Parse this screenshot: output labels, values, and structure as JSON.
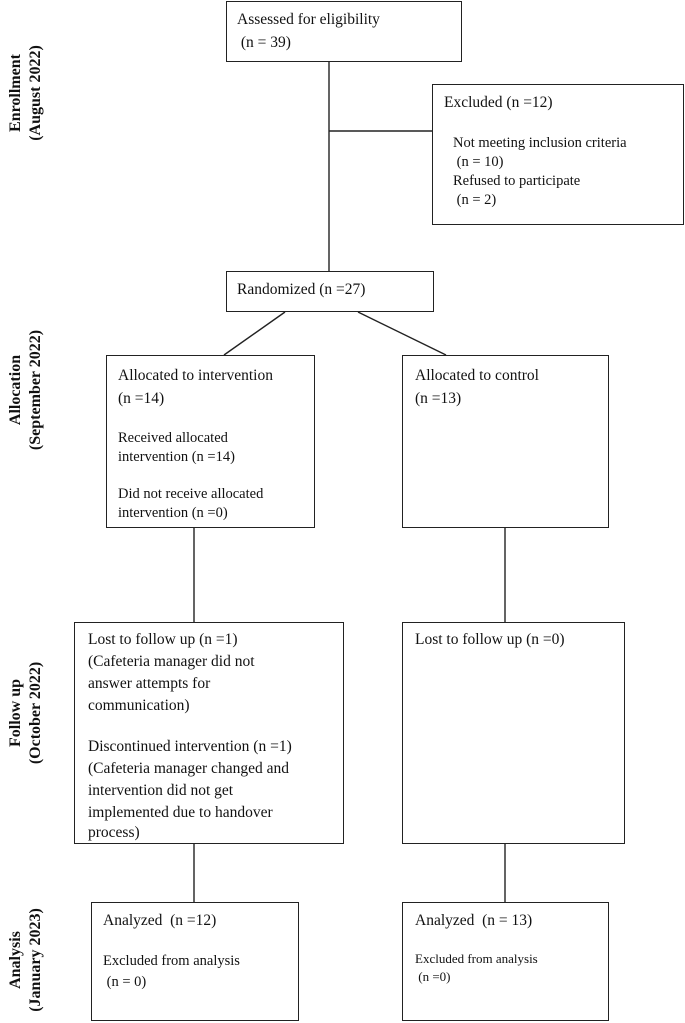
{
  "phases": {
    "enrollment": [
      "Enrollment",
      "(August 2022)"
    ],
    "allocation": [
      "Allocation",
      "(September 2022)"
    ],
    "followup": [
      "Follow up",
      "(October 2022)"
    ],
    "analysis": [
      "Analysis",
      "(January 2023)"
    ]
  },
  "assessed": [
    "Assessed for eligibility",
    " (n = 39)"
  ],
  "excluded": {
    "title": "Excluded (n =12)",
    "lines": [
      "Not meeting inclusion criteria",
      " (n = 10)",
      "Refused to participate",
      " (n = 2)"
    ]
  },
  "randomized": "Randomized (n =27)",
  "alloc_intervention": {
    "lines": [
      "Allocated to intervention",
      "(n =14)"
    ],
    "sub1": [
      "Received allocated",
      "intervention (n =14)"
    ],
    "sub2": [
      "Did not receive allocated",
      "intervention (n =0)"
    ]
  },
  "alloc_control": [
    "Allocated to control",
    "(n =13)"
  ],
  "follow_intervention": {
    "lost": [
      "Lost to follow up (n =1)",
      "(Cafeteria manager did not",
      "answer attempts for",
      "communication)"
    ],
    "discontinued": [
      "Discontinued intervention (n =1)",
      "(Cafeteria manager changed and",
      "intervention did not get",
      "implemented due to handover",
      "process)"
    ]
  },
  "follow_control": "Lost to follow up (n =0)",
  "analysis_intervention": {
    "title": "Analyzed  (n =12)",
    "sub": [
      "Excluded from analysis",
      " (n = 0)"
    ]
  },
  "analysis_control": {
    "title": "Analyzed  (n = 13)",
    "sub": [
      "Excluded from analysis",
      " (n =0)"
    ]
  }
}
